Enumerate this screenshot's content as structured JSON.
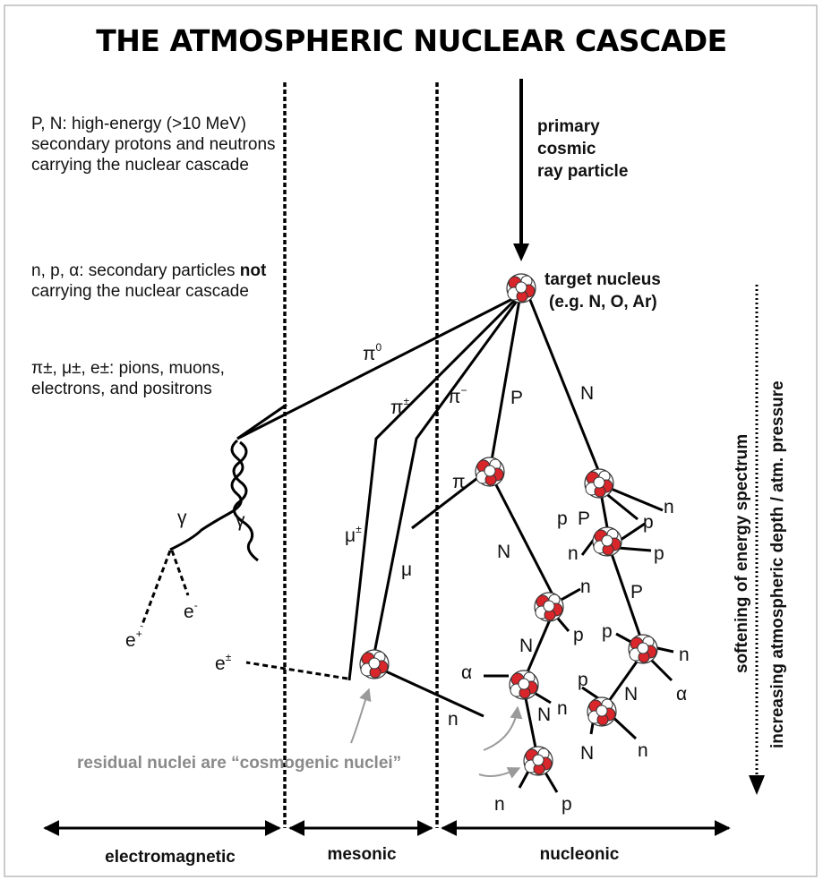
{
  "title": "THE ATMOSPHERIC NUCLEAR CASCADE",
  "legend": {
    "item1": "P, N: high-energy (>10 MeV) secondary protons and neutrons carrying the nuclear cascade",
    "item2_before": "n, p, α: secondary particles ",
    "item2_bold": "not",
    "item2_after": " carrying the nuclear cascade",
    "item3": "π±, μ±, e±: pions, muons, electrons, and positrons"
  },
  "primary_label": [
    "primary",
    "cosmic",
    "ray particle"
  ],
  "target_label": [
    "target nucleus",
    "(e.g. N, O, Ar)"
  ],
  "residual_label": "residual nuclei are “cosmogenic nuclei”",
  "side_label_1": "softening of energy spectrum",
  "side_label_2": "increasing atmospheric depth / atm. pressure",
  "zones": {
    "electromagnetic": "electromagnetic",
    "mesonic": "mesonic",
    "nucleonic": "nucleonic"
  },
  "particles": {
    "pi0": "π",
    "pi0_sup": "0",
    "pipm": "π",
    "pipm_sup": "±",
    "pim": "π",
    "pim_sup": "−",
    "P": "P",
    "N": "N",
    "pi": "π",
    "gamma": "γ",
    "mupm": "μ",
    "mupm_sup": "±",
    "mu": "μ",
    "e_plus": "e",
    "e_plus_sup": "+",
    "e_minus": "e",
    "e_minus_sup": "-",
    "e_pm": "e",
    "e_pm_sup": "±",
    "n": "n",
    "p": "p",
    "alpha": "α"
  },
  "colors": {
    "nucleus_red": "#d8262b",
    "arrow_gray": "#9a9a9a",
    "residual_text": "#8a8a8a"
  }
}
